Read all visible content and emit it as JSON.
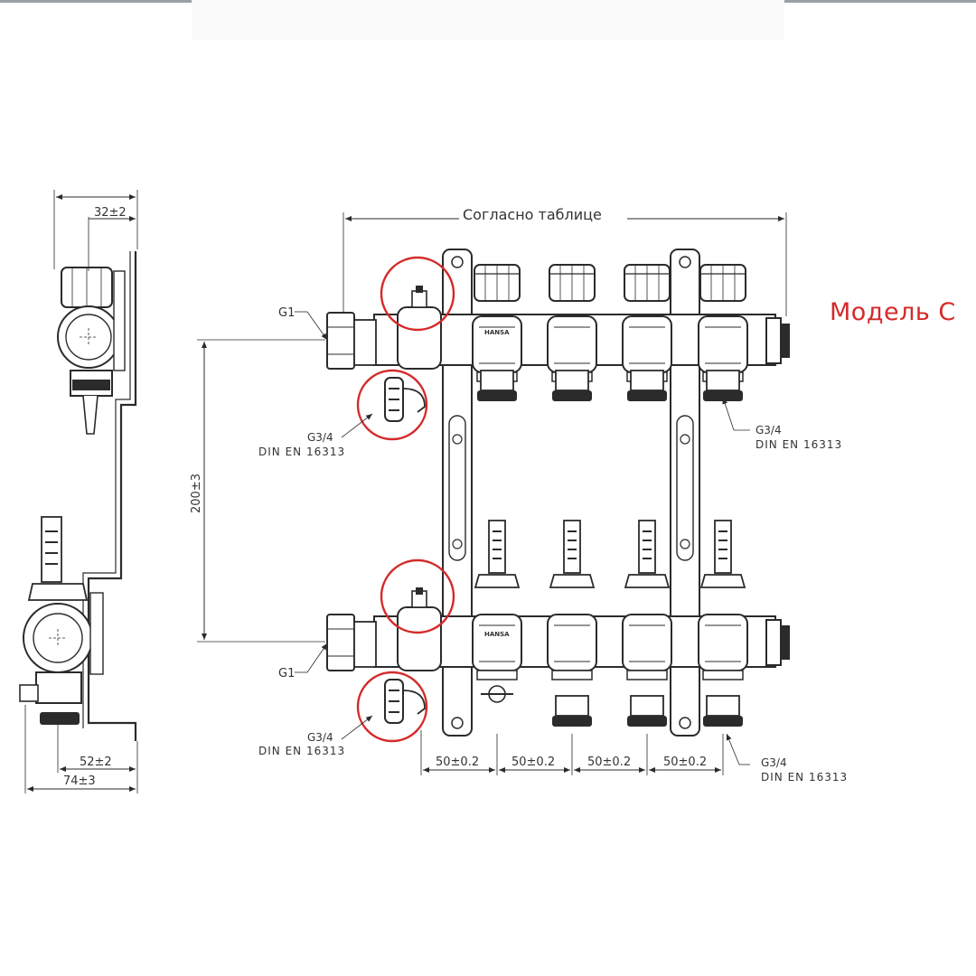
{
  "model_label": "Модель C",
  "dimensions": {
    "overall_width": "Согласно таблице",
    "side_depth_top": "32±2",
    "side_depth_mid": "52±2",
    "side_depth_total": "74±3",
    "vertical_spacing": "200±3",
    "outlet_spacing": "50±0.2"
  },
  "callouts": {
    "inlet_thread": "G1",
    "outlet_thread": "G3/4",
    "outlet_standard": "DIN EN 16313"
  },
  "brand_marking": "HANSA",
  "colors": {
    "line": "#2b2b2b",
    "highlight_circle": "#d42a2a",
    "label_red": "#d42a2a"
  }
}
